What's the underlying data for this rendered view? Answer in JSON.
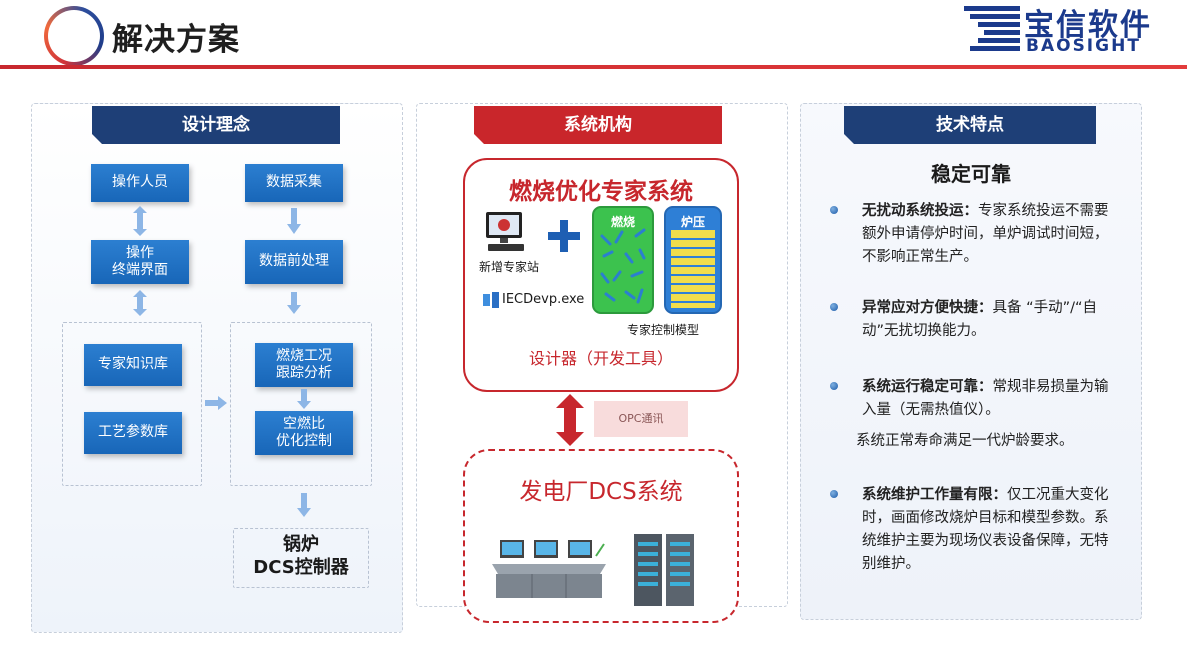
{
  "header": {
    "title": "解决方案",
    "brand_cn": "宝信软件",
    "brand_en": "BAOSIGHT"
  },
  "left": {
    "tab": "设计理念",
    "col1": [
      "操作人员",
      "操作\n终端界面"
    ],
    "col2": [
      "数据采集",
      "数据前处理"
    ],
    "kb": [
      "专家知识库",
      "工艺参数库"
    ],
    "analysis": [
      "燃烧工况\n跟踪分析",
      "空燃比\n优化控制"
    ],
    "final": "锅炉\nDCS控制器"
  },
  "middle": {
    "tab": "系统机构",
    "expert_title": "燃烧优化专家系统",
    "workstation_label": "新增专家站",
    "exe_label": "IECDevp.exe",
    "model_burn": "燃烧",
    "model_pressure": "炉压",
    "model_caption": "专家控制模型",
    "designer": "设计器（开发工具）",
    "opc": "OPC通讯",
    "dcs_title": "发电厂DCS系统"
  },
  "right": {
    "tab": "技术特点",
    "heading": "稳定可靠",
    "items": [
      {
        "bold": "无扰动系统投运：",
        "text": "专家系统投运不需要额外申请停炉时间，单炉调试时间短，不影响正常生产。"
      },
      {
        "bold": "异常应对方便快捷：",
        "text": "具备 “手动”/“自动”无扰切换能力。"
      },
      {
        "bold": "系统运行稳定可靠：",
        "text": "常规非易损量为输入量（无需热值仪）。"
      },
      {
        "bold": "系统维护工作量有限：",
        "text": "仅工况重大变化时，画面修改烧炉目标和模型参数。系统维护主要为现场仪表设备保障，无特别维护。"
      }
    ],
    "extra_line": "系统正常寿命满足一代炉龄要求。"
  },
  "colors": {
    "accent_red": "#c7272d",
    "navy": "#1e3f77",
    "box_blue": "#1866b8"
  },
  "icons": [
    "workstation-icon",
    "plus-icon",
    "app-icon",
    "double-arrow-icon",
    "operator-console-icon",
    "server-rack-icon"
  ]
}
